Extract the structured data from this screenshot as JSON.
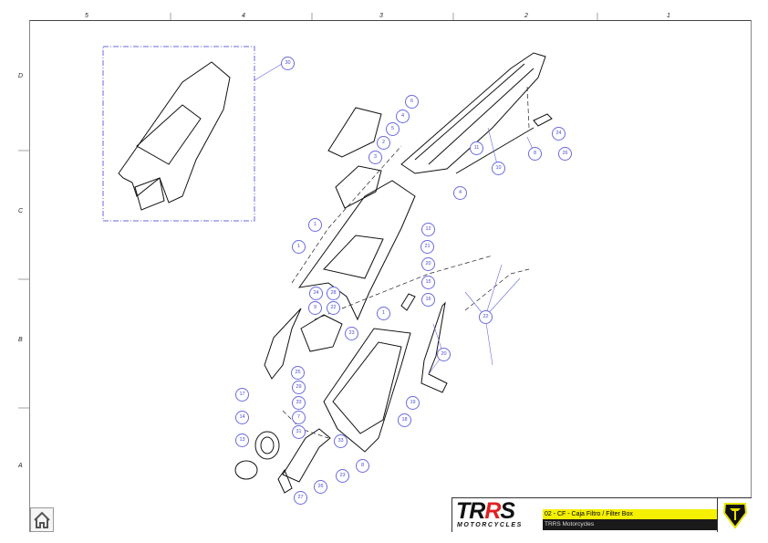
{
  "grid": {
    "columns": [
      "5",
      "4",
      "3",
      "2",
      "1"
    ],
    "rows": [
      "D",
      "C",
      "B",
      "A"
    ]
  },
  "callouts": [
    "30",
    "6",
    "4",
    "5",
    "2",
    "3",
    "11",
    "10",
    "4",
    "24",
    "26",
    "8",
    "12",
    "21",
    "1",
    "1",
    "24",
    "28",
    "20",
    "15",
    "16",
    "9",
    "22",
    "1",
    "23",
    "25",
    "29",
    "33",
    "7",
    "31",
    "17",
    "14",
    "13",
    "33",
    "18",
    "19",
    "20",
    "22",
    "23",
    "8",
    "26",
    "27"
  ],
  "title_block": {
    "logo_main_a": "TR",
    "logo_main_b": "R",
    "logo_main_c": "S",
    "logo_sub": "MOTORCYCLES",
    "title": "02 - CF - Caja Filtro / Filter Box",
    "subtitle": "TRRS Motorcycles"
  },
  "colors": {
    "callout": "#6a6ae0",
    "title_bg": "#f5f000",
    "accent_red": "#e02020"
  },
  "icons": {
    "home": "home-icon",
    "shield": "trrs-shield-logo"
  }
}
